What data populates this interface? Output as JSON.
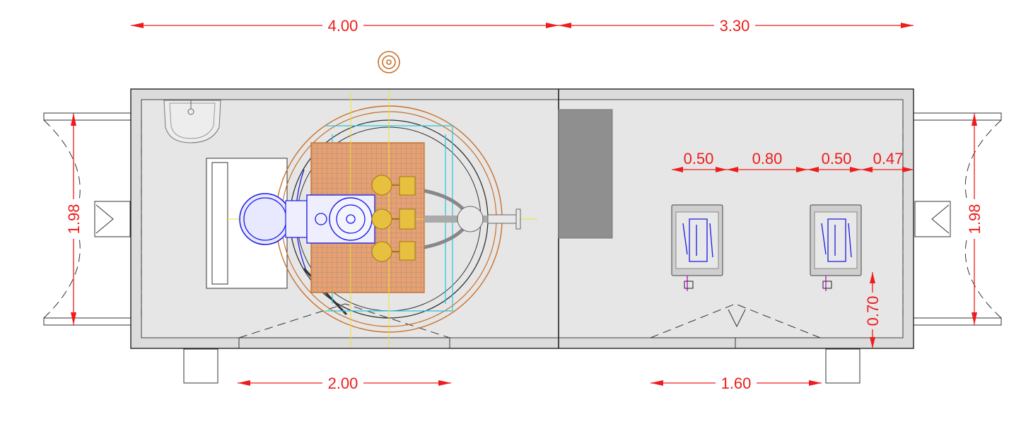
{
  "dimensions": {
    "top_left": "4.00",
    "top_right": "3.30",
    "left_side": "1.98",
    "right_side": "1.98",
    "bottom_left": "2.00",
    "bottom_right": "1.60",
    "spacing_a": "0.50",
    "spacing_b": "0.80",
    "spacing_c": "0.50",
    "spacing_d": "0.47",
    "vertical_offset": "0.70"
  },
  "colors": {
    "dimension": "#ee1c1c",
    "wall": "#dcdcdc",
    "tank_ring": "#c8702a",
    "motor": "#1a1ae6",
    "valve": "#e8c040",
    "piping": "#22c8e0",
    "axis": "#f0e030",
    "panel": "#8f8f8f"
  },
  "icons": {
    "survey_marker": "concentric-circle-marker",
    "sink": "sink-icon",
    "motor": "pump-motor-icon",
    "valves": "valve-icon",
    "panels": "control-panel-icon"
  }
}
